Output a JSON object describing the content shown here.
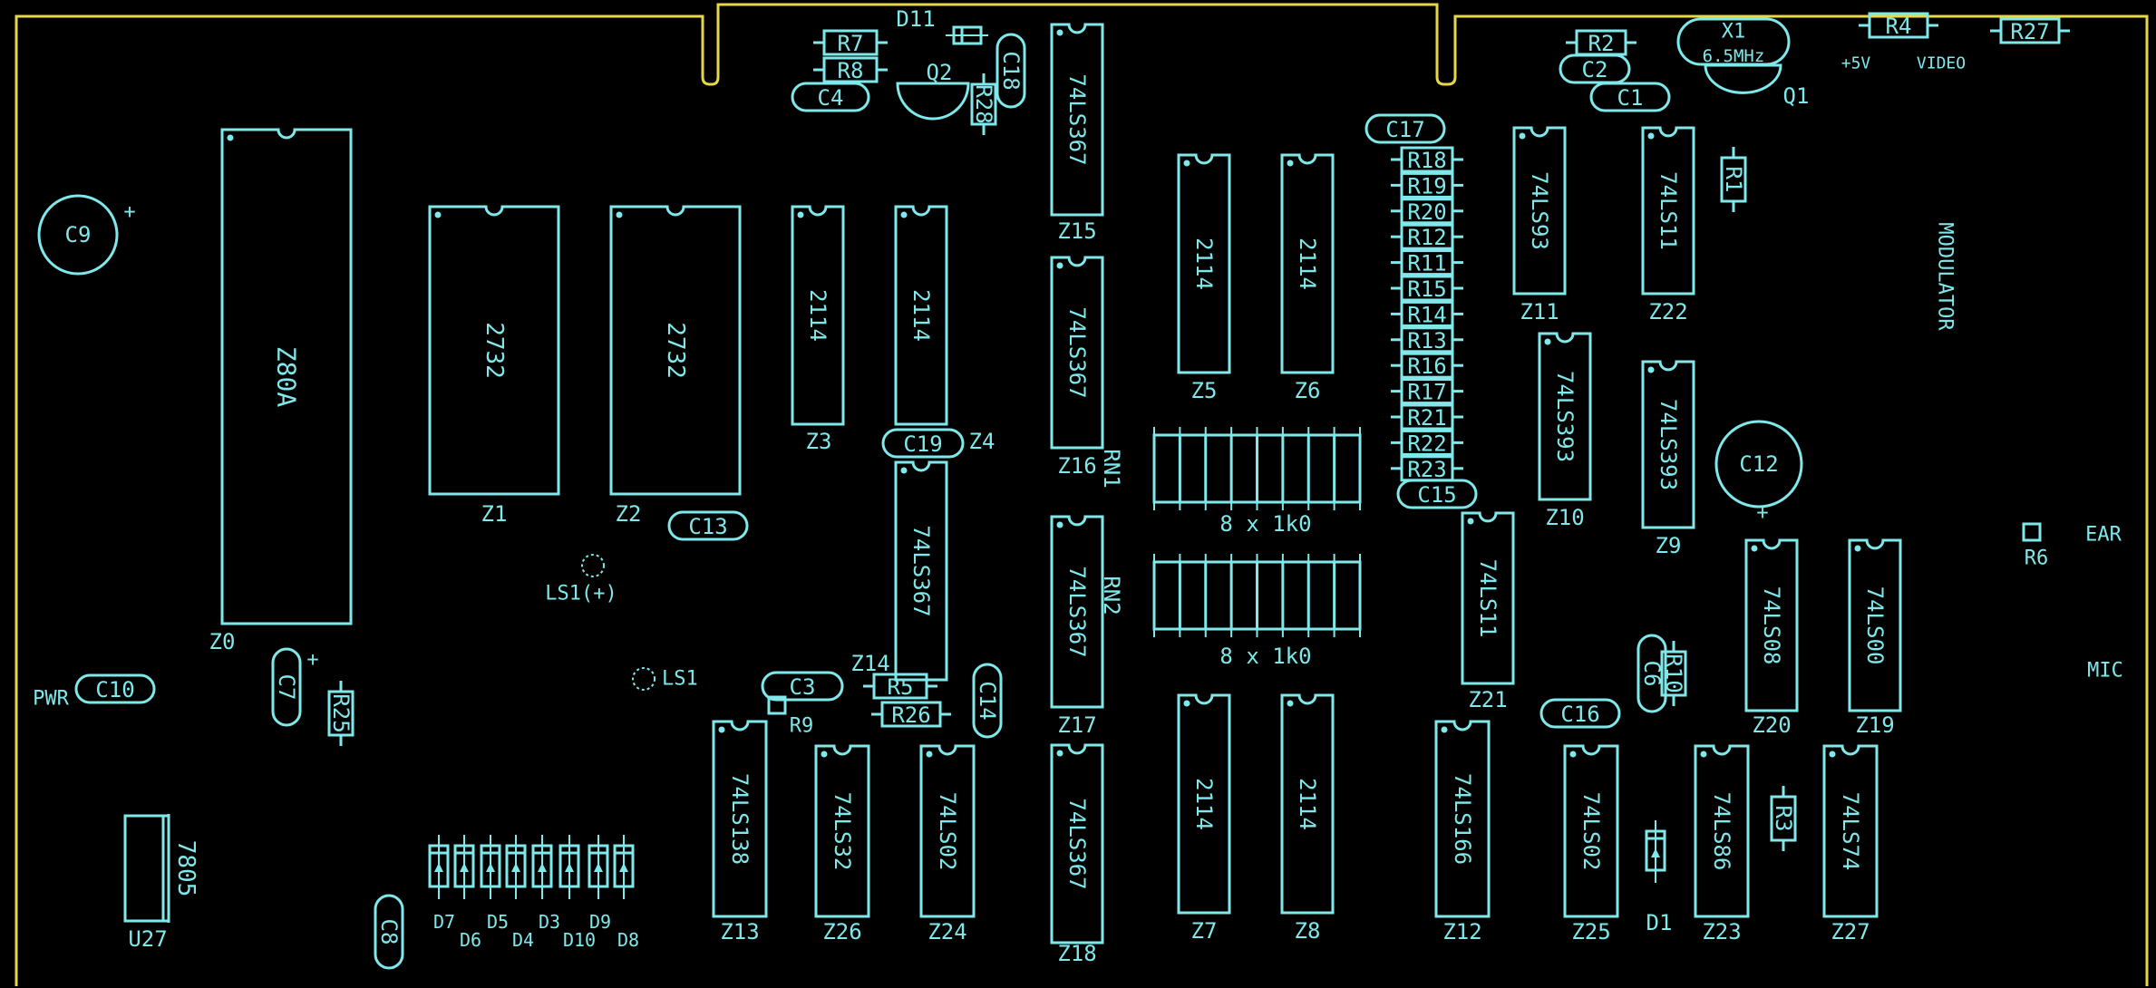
{
  "colors": {
    "silkscreen": "#7fe8ea",
    "board_edge": "#e6d64a",
    "background": "#000000"
  },
  "ics": [
    {
      "id": "Z0",
      "part": "Z80A"
    },
    {
      "id": "Z1",
      "part": "2732"
    },
    {
      "id": "Z2",
      "part": "2732"
    },
    {
      "id": "Z3",
      "part": "2114"
    },
    {
      "id": "Z4",
      "part": "2114"
    },
    {
      "id": "Z14",
      "part": "74LS367"
    },
    {
      "id": "Z15",
      "part": "74LS367"
    },
    {
      "id": "Z16",
      "part": "74LS367"
    },
    {
      "id": "Z17",
      "part": "74LS367"
    },
    {
      "id": "Z18",
      "part": "74LS367"
    },
    {
      "id": "Z5",
      "part": "2114"
    },
    {
      "id": "Z6",
      "part": "2114"
    },
    {
      "id": "Z7",
      "part": "2114"
    },
    {
      "id": "Z8",
      "part": "2114"
    },
    {
      "id": "Z11",
      "part": "74LS93"
    },
    {
      "id": "Z22",
      "part": "74LS11"
    },
    {
      "id": "Z10",
      "part": "74LS393"
    },
    {
      "id": "Z9",
      "part": "74LS393"
    },
    {
      "id": "Z21",
      "part": "74LS11"
    },
    {
      "id": "Z20",
      "part": "74LS08"
    },
    {
      "id": "Z19",
      "part": "74LS00"
    },
    {
      "id": "Z13",
      "part": "74LS138"
    },
    {
      "id": "Z26",
      "part": "74LS32"
    },
    {
      "id": "Z24",
      "part": "74LS02"
    },
    {
      "id": "Z12",
      "part": "74LS166"
    },
    {
      "id": "Z25",
      "part": "74LS02"
    },
    {
      "id": "Z23",
      "part": "74LS86"
    },
    {
      "id": "Z27",
      "part": "74LS74"
    }
  ],
  "resistors": [
    "R7",
    "R8",
    "R28",
    "R2",
    "R4",
    "R27",
    "R1",
    "R18",
    "R19",
    "R20",
    "R12",
    "R11",
    "R15",
    "R14",
    "R13",
    "R16",
    "R17",
    "R21",
    "R22",
    "R23",
    "R5",
    "R26",
    "R25",
    "R10",
    "R3"
  ],
  "capacitors": [
    "C4",
    "C18",
    "C2",
    "C1",
    "C17",
    "C19",
    "C13",
    "C15",
    "C3",
    "C14",
    "C10",
    "C7",
    "C8",
    "C16",
    "C6"
  ],
  "electrolytics": [
    "C9",
    "C12"
  ],
  "resistor_networks": [
    {
      "id": "RN1",
      "value": "8 x 1k0"
    },
    {
      "id": "RN2",
      "value": "8 x 1k0"
    }
  ],
  "diodes": [
    "D7",
    "D6",
    "D5",
    "D4",
    "D3",
    "D10",
    "D9",
    "D8",
    "D1",
    "D11"
  ],
  "transistors": [
    "Q1",
    "Q2"
  ],
  "crystal": {
    "id": "X1",
    "freq": "6.5MHz"
  },
  "regulator": {
    "id": "U27",
    "part": "7805"
  },
  "speaker_pads": [
    "LS1(+)",
    "LS1"
  ],
  "small_pads": [
    "R9",
    "R6"
  ],
  "connectors": {
    "plus5v": "+5V",
    "video": "VIDEO",
    "modulator": "MODULATOR",
    "ear": "EAR",
    "mic": "MIC",
    "pwr": "PWR"
  },
  "polarity_mark": "+"
}
